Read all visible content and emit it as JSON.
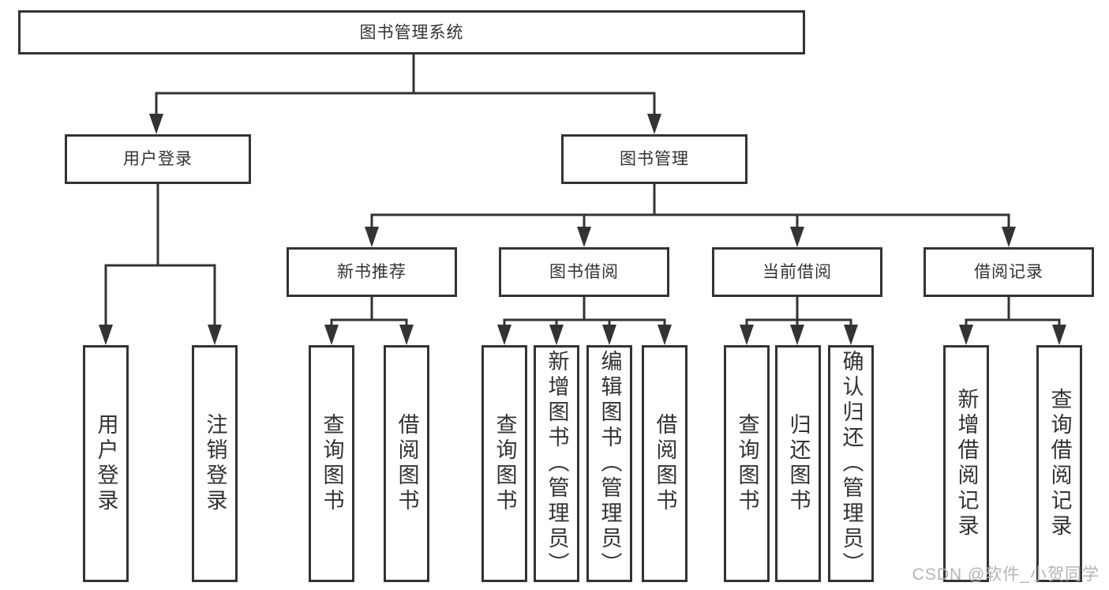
{
  "tree": {
    "root": {
      "label": "图书管理系统"
    },
    "level2": [
      {
        "label": "用户登录"
      },
      {
        "label": "图书管理"
      }
    ],
    "level3": [
      {
        "label": "新书推荐"
      },
      {
        "label": "图书借阅"
      },
      {
        "label": "当前借阅"
      },
      {
        "label": "借阅记录"
      }
    ],
    "leaves": {
      "user_login": [
        {
          "label": "用户登录"
        },
        {
          "label": "注销登录"
        }
      ],
      "new_book": [
        {
          "label": "查询图书"
        },
        {
          "label": "借阅图书"
        }
      ],
      "book_borrow": [
        {
          "label": "查询图书"
        },
        {
          "label": "新增图书（管理员）"
        },
        {
          "label": "编辑图书（管理员）"
        },
        {
          "label": "借阅图书"
        }
      ],
      "current_borrow": [
        {
          "label": "查询图书"
        },
        {
          "label": "归还图书"
        },
        {
          "label": "确认归还（管理员）"
        }
      ],
      "records": [
        {
          "label": "新增借阅记录"
        },
        {
          "label": "查询借阅记录"
        }
      ]
    }
  },
  "watermark": {
    "text": "CSDN @软件_小贺同学"
  },
  "colors": {
    "line": "#333333",
    "box_border": "#333333",
    "text": "#333333",
    "watermark": "#b0b0b0",
    "background": "#ffffff"
  }
}
